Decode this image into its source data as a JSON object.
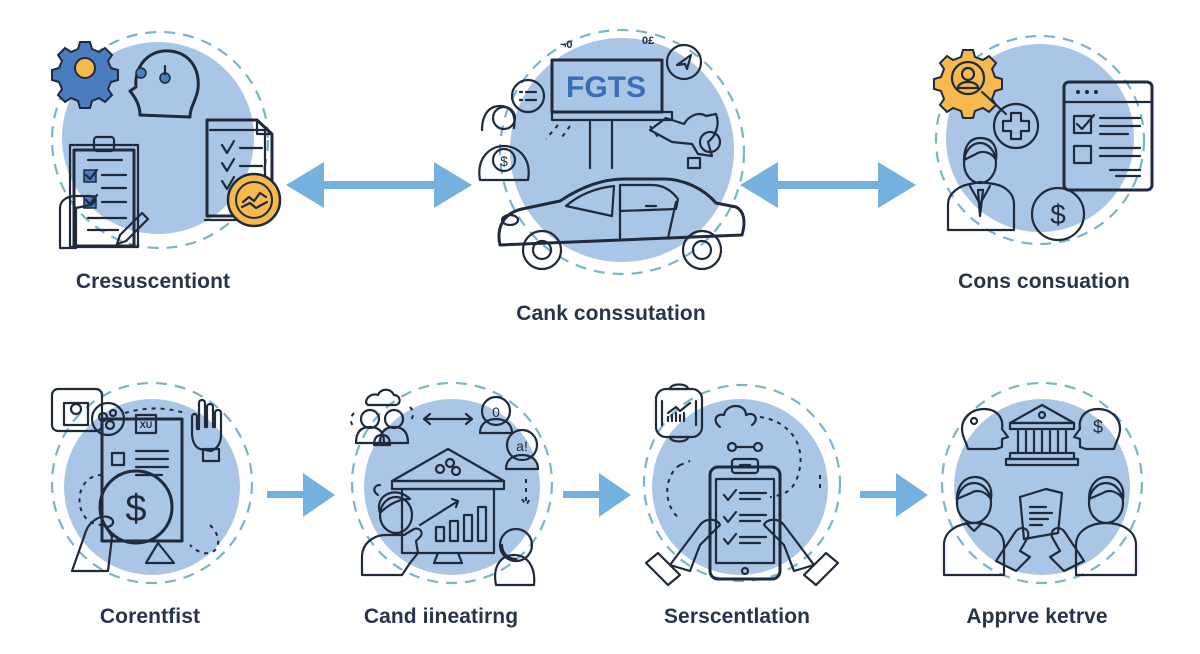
{
  "colors": {
    "circle_fill": "#a9c6e6",
    "ring_dash": "#78b4cf",
    "arrow": "#75b1df",
    "accent_yellow": "#f5b94e",
    "accent_blue": "#4a7cc0",
    "outline": "#1f2a3c",
    "label_text": "#27344a"
  },
  "top_row": [
    {
      "id": "step-1",
      "label": "Cresuscentiont",
      "icons": [
        "gear-icon",
        "head-icon",
        "clipboard-checklist-icon",
        "checklist-document-icon",
        "badge-icon",
        "hand-pen-icon"
      ]
    },
    {
      "id": "step-2",
      "label": "Cank conssutation",
      "screen_text": "FGTS",
      "small_marks": [
        "¬0",
        "0£"
      ],
      "icons": [
        "billboard-icon",
        "person-chat-icon",
        "money-bag-icon",
        "send-icon",
        "hand-icon",
        "car-icon"
      ]
    },
    {
      "id": "step-3",
      "label": "Cons consuation",
      "icons": [
        "user-gear-icon",
        "plus-icon",
        "businessman-icon",
        "browser-checklist-icon",
        "dollar-coin-icon"
      ]
    }
  ],
  "bottom_row": [
    {
      "id": "step-4",
      "label": "Corentfist",
      "icons": [
        "profile-card-icon",
        "network-icon",
        "document-icon",
        "magnifier-dollar-icon",
        "robot-hand-icon"
      ],
      "doc_tag": "XU"
    },
    {
      "id": "step-5",
      "label": "Cand iineatirng",
      "icons": [
        "team-icon",
        "cloud-icon",
        "swap-arrow-icon",
        "contact-icons",
        "presentation-bank-icon",
        "presenter-icon",
        "audience-icon"
      ],
      "contact_glyphs": [
        "0",
        "a!"
      ]
    },
    {
      "id": "step-6",
      "label": "Serscentlation",
      "icons": [
        "chart-badge-icon",
        "flow-icon",
        "tablet-checklist-icon",
        "hands-icon"
      ]
    },
    {
      "id": "step-7",
      "label": "Apprve ketrve",
      "icons": [
        "thinking-head-icon",
        "bank-icon",
        "dollar-head-icon",
        "person-icon",
        "document-handoff-icon"
      ]
    }
  ],
  "connectors": {
    "top": [
      "bidirectional",
      "bidirectional"
    ],
    "bottom": [
      "forward",
      "forward",
      "forward"
    ]
  }
}
